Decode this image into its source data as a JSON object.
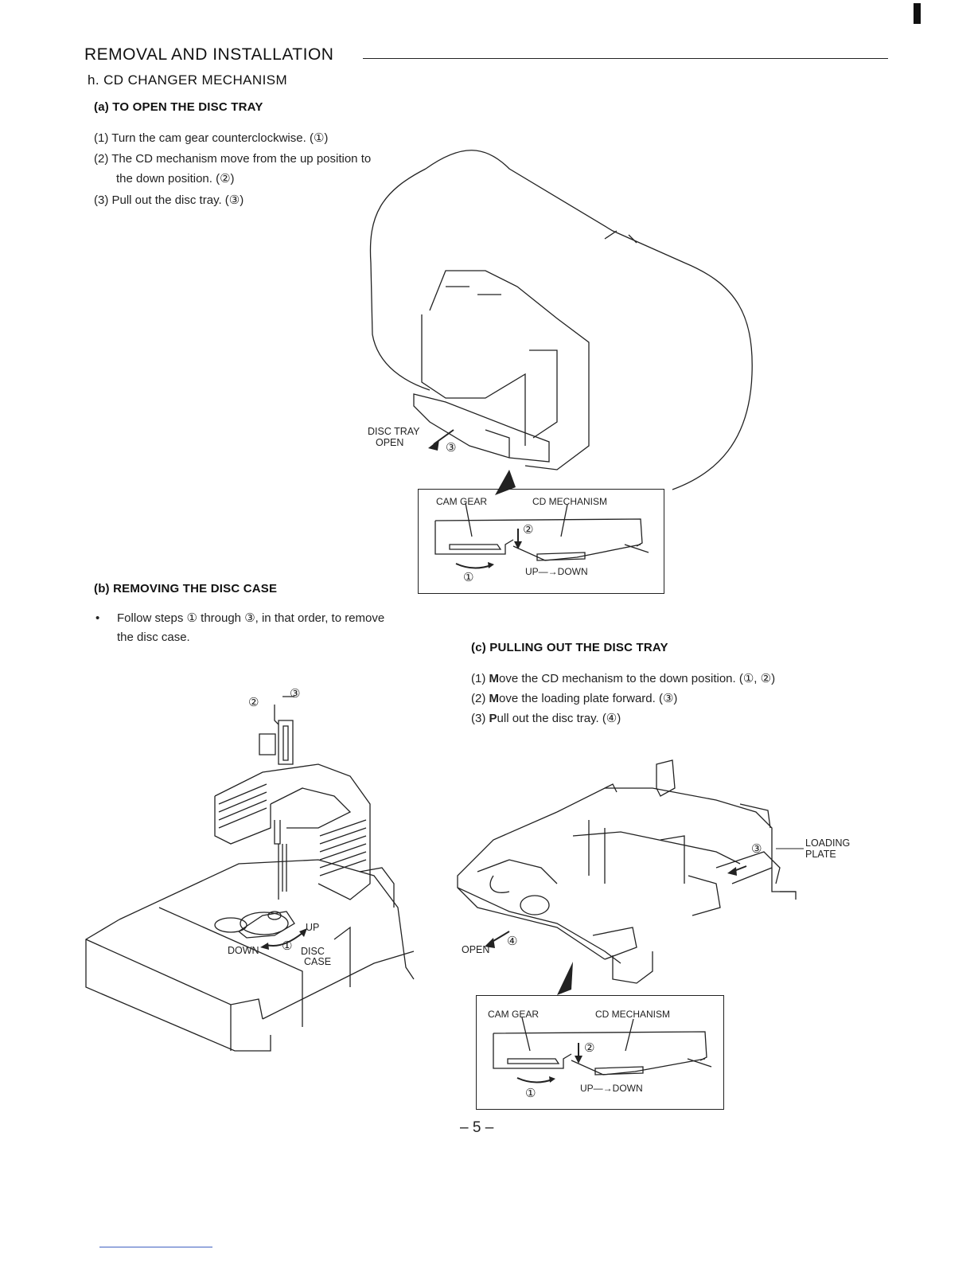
{
  "page": {
    "title": "REMOVAL AND INSTALLATION",
    "section": "h.  CD CHANGER MECHANISM",
    "page_number": "– 5 –"
  },
  "part_a": {
    "heading": "(a) TO OPEN THE DISC TRAY",
    "steps": [
      "(1) Turn the cam gear counterclockwise. (①)",
      "(2) The CD mechanism move from the up position to",
      "the down position. (②)",
      "(3) Pull out the disc tray. (③)"
    ],
    "figure": {
      "label_disc_tray_open": [
        "DISC TRAY",
        "OPEN"
      ],
      "callout_3": "③",
      "inset": {
        "cam_gear": "CAM GEAR",
        "cd_mechanism": "CD MECHANISM",
        "callout_1": "①",
        "callout_2": "②",
        "up_down": "UP—→DOWN"
      }
    }
  },
  "part_b": {
    "heading": "(b) REMOVING THE DISC CASE",
    "bullet": "•",
    "text_lines": [
      "Follow steps ① through ③, in that order, to remove",
      "the disc case."
    ],
    "figure": {
      "callout_1": "①",
      "callout_2": "②",
      "callout_3": "③",
      "up": "UP",
      "down": "DOWN",
      "disc_case": [
        "DISC",
        "CASE"
      ]
    }
  },
  "part_c": {
    "heading": "(c) PULLING OUT THE DISC TRAY",
    "steps": [
      {
        "num": "(1)",
        "first": "M",
        "rest": "ove the CD mechanism to the down position. (①, ②)"
      },
      {
        "num": "(2)",
        "first": "M",
        "rest": "ove the loading plate forward. (③)"
      },
      {
        "num": "(3)",
        "first": "P",
        "rest": "ull out the disc tray. (④)"
      }
    ],
    "figure": {
      "loading_plate": [
        "LOADING",
        "PLATE"
      ],
      "open": "OPEN",
      "callout_3": "③",
      "callout_4": "④",
      "inset": {
        "cam_gear": "CAM GEAR",
        "cd_mechanism": "CD MECHANISM",
        "callout_1": "①",
        "callout_2": "②",
        "up_down": "UP—→DOWN"
      }
    }
  }
}
